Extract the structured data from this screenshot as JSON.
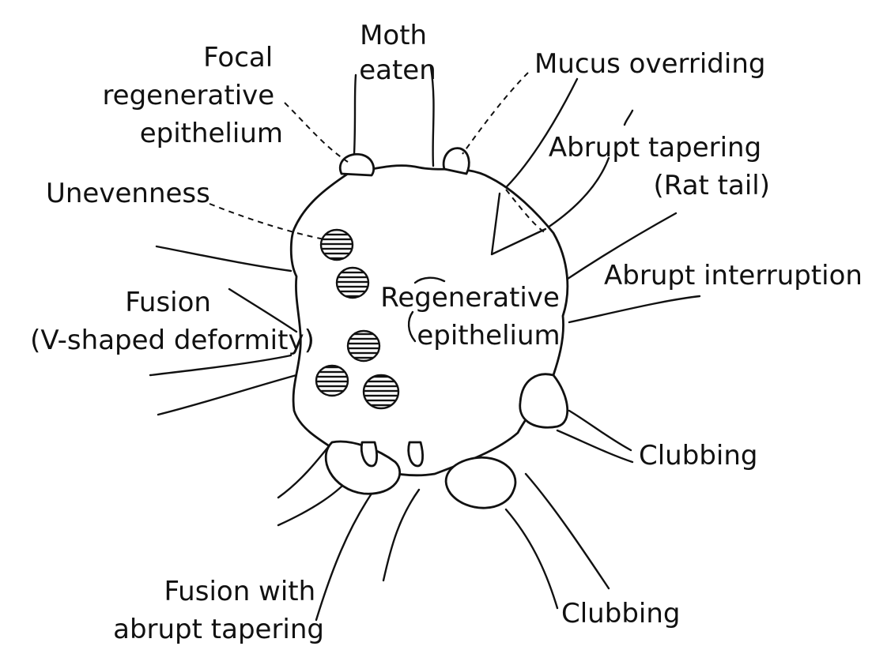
{
  "diagram": {
    "labels": {
      "moth_eaten": [
        "Moth",
        "eaten"
      ],
      "focal_regenerative_epithelium": [
        "Focal",
        "regenerative",
        "epithelium"
      ],
      "mucus_overriding": "Mucus overriding",
      "abrupt_tapering": [
        "Abrupt tapering",
        "(Rat tail)"
      ],
      "unevenness": "Unevenness",
      "abrupt_interruption": "Abrupt interruption",
      "fusion": [
        "Fusion",
        "(V-shaped deformity)"
      ],
      "regenerative_epithelium": [
        "Regenerative",
        "epithelium"
      ],
      "clubbing_right": "Clubbing",
      "fusion_with_abrupt_tapering": [
        "Fusion with",
        "abrupt tapering"
      ],
      "clubbing_bottom": "Clubbing"
    },
    "colors": {
      "ink": "#111111",
      "background": "#ffffff"
    }
  }
}
